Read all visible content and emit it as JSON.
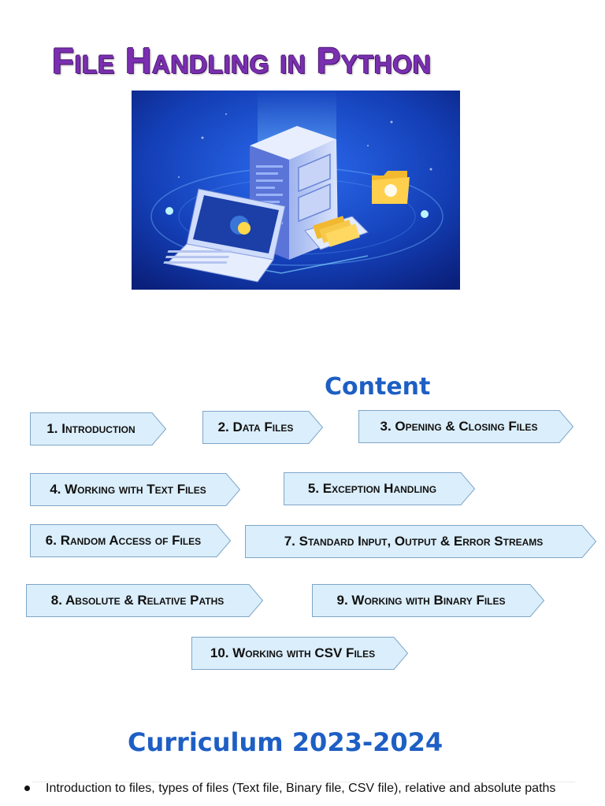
{
  "title": "File Handling in Python",
  "hero_image": {
    "description_icon": "python-file-server-illustration"
  },
  "content_heading": "Content",
  "topics": [
    {
      "label": "1. Introduction"
    },
    {
      "label": "2. Data Files"
    },
    {
      "label": "3. Opening & Closing Files"
    },
    {
      "label": "4. Working with Text Files"
    },
    {
      "label": "5. Exception Handling"
    },
    {
      "label": "6. Random Access of Files"
    },
    {
      "label": "7. Standard Input, Output & Error Streams"
    },
    {
      "label": "8. Absolute & Relative Paths"
    },
    {
      "label": "9. Working with Binary Files"
    },
    {
      "label": "10. Working with CSV Files"
    }
  ],
  "curriculum_heading": "Curriculum 2023-2024",
  "curriculum_items": [
    "Introduction to files, types of files (Text file, Binary file, CSV file), relative and absolute paths"
  ],
  "colors": {
    "title": "#7a2fb0",
    "heading": "#1d5fc4",
    "chip_fill": "#dbeefb",
    "chip_stroke": "#7ea6c8"
  }
}
